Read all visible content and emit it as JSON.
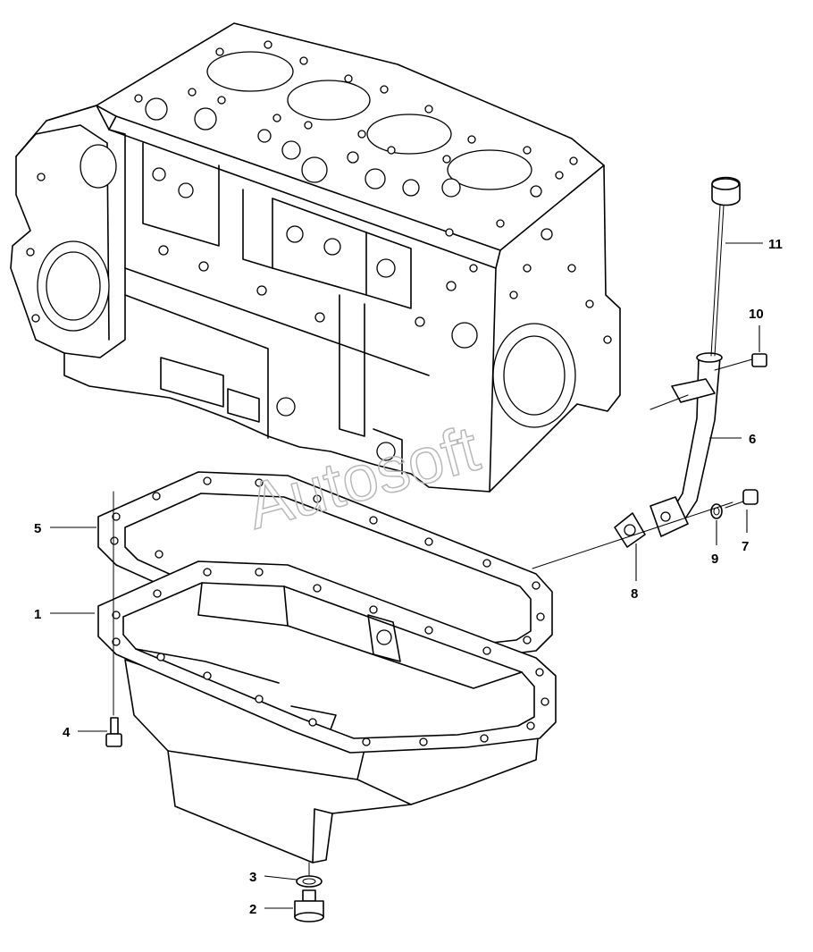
{
  "watermark": "Autosoft",
  "callouts": [
    {
      "id": "c1",
      "label": "1"
    },
    {
      "id": "c2",
      "label": "2"
    },
    {
      "id": "c3",
      "label": "3"
    },
    {
      "id": "c4",
      "label": "4"
    },
    {
      "id": "c5",
      "label": "5"
    },
    {
      "id": "c6",
      "label": "6"
    },
    {
      "id": "c7",
      "label": "7"
    },
    {
      "id": "c8",
      "label": "8"
    },
    {
      "id": "c9",
      "label": "9"
    },
    {
      "id": "c10",
      "label": "10"
    },
    {
      "id": "c11",
      "label": "11"
    }
  ]
}
